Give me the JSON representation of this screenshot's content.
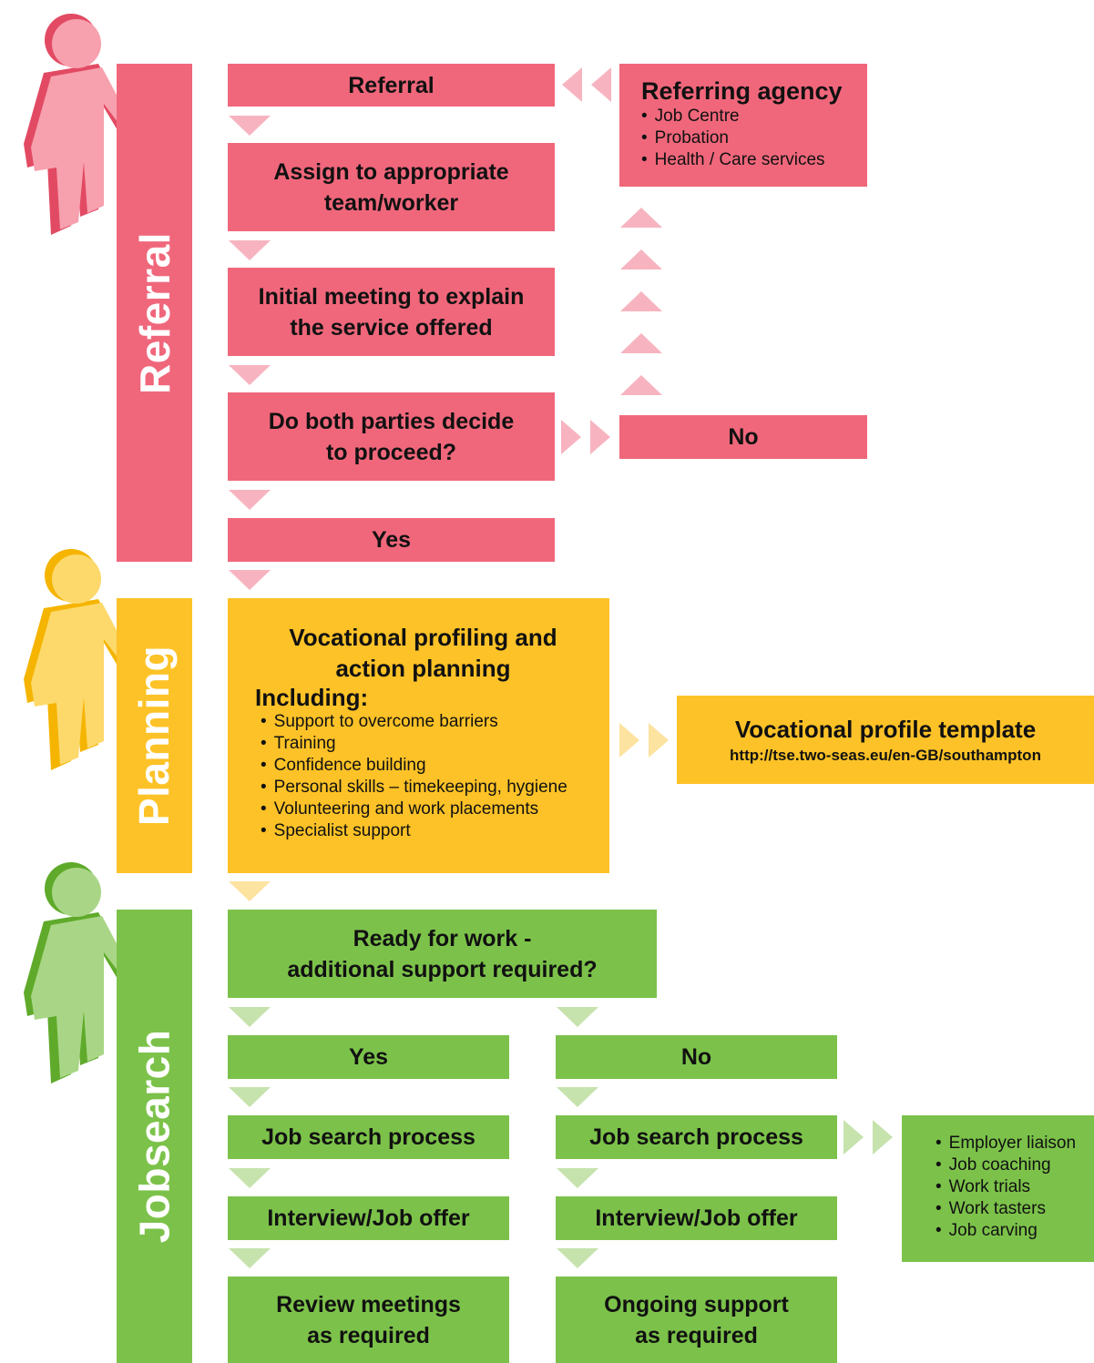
{
  "colors": {
    "referral": "#f0677b",
    "referral_light": "#f7b4c0",
    "planning": "#fdc227",
    "planning_light": "#fde3a0",
    "jobsearch": "#7cc24a",
    "jobsearch_light": "#c6e3ad"
  },
  "icons": {
    "person_referral": "person-icon-pink",
    "person_planning": "person-icon-yellow",
    "person_jobsearch": "person-icon-green"
  },
  "stages": {
    "referral": "Referral",
    "planning": "Planning",
    "jobsearch": "Jobsearch"
  },
  "referral": {
    "referral": "Referral",
    "assign_line1": "Assign to appropriate",
    "assign_line2": "team/worker",
    "initial_line1": "Initial meeting to explain",
    "initial_line2": "the service offered",
    "decide_line1": "Do both parties decide",
    "decide_line2": "to proceed?",
    "no": "No",
    "yes": "Yes",
    "agency": {
      "title": "Referring agency",
      "items": [
        "Job Centre",
        "Probation",
        "Health / Care services"
      ]
    }
  },
  "planning": {
    "title_line1": "Vocational profiling and",
    "title_line2": "action planning",
    "including": "Including:",
    "items": [
      "Support to overcome barriers",
      "Training",
      "Confidence building",
      "Personal skills – timekeeping, hygiene",
      "Volunteering and work placements",
      "Specialist support"
    ],
    "template": {
      "title": "Vocational profile template",
      "url": "http://tse.two-seas.eu/en-GB/southampton"
    }
  },
  "jobsearch": {
    "ready_line1": "Ready for work -",
    "ready_line2": "additional support required?",
    "yes_branch": {
      "answer": "Yes",
      "process": "Job search process",
      "interview": "Interview/Job offer",
      "final_line1": "Review meetings",
      "final_line2": "as required"
    },
    "no_branch": {
      "answer": "No",
      "process": "Job search process",
      "interview": "Interview/Job offer",
      "final_line1": "Ongoing support",
      "final_line2": "as required"
    },
    "support_items": [
      "Employer liaison",
      "Job coaching",
      "Work trials",
      "Work tasters",
      "Job carving"
    ]
  }
}
